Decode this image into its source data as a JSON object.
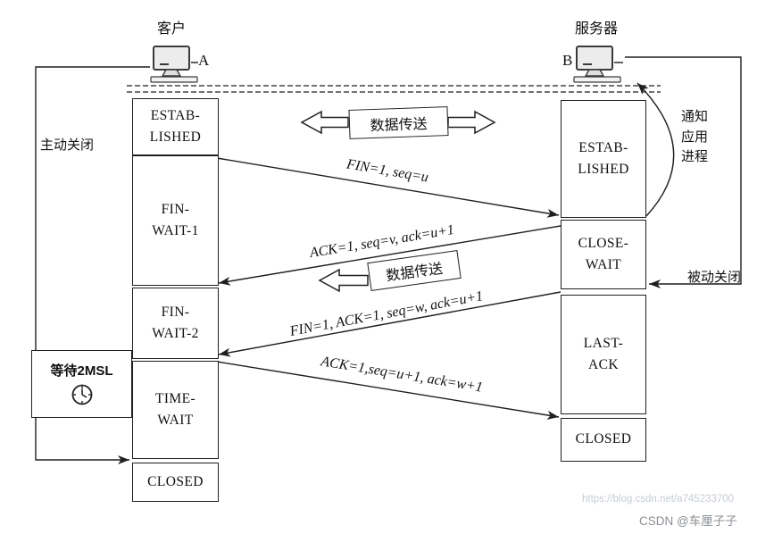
{
  "canvas": {
    "bg": "#ffffff",
    "ink": "#1f1f1f"
  },
  "actors": {
    "client": {
      "title": "客户",
      "letter": "A"
    },
    "server": {
      "title": "服务器",
      "letter": "B"
    }
  },
  "client_states": [
    {
      "line1": "ESTAB-",
      "line2": "LISHED"
    },
    {
      "line1": "FIN-",
      "line2": "WAIT-1"
    },
    {
      "line1": "FIN-",
      "line2": "WAIT-2"
    },
    {
      "line1": "TIME-",
      "line2": "WAIT"
    },
    {
      "line1": "CLOSED"
    }
  ],
  "server_states": [
    {
      "line1": "ESTAB-",
      "line2": "LISHED"
    },
    {
      "line1": "CLOSE-",
      "line2": "WAIT"
    },
    {
      "line1": "LAST-",
      "line2": "ACK"
    },
    {
      "line1": "CLOSED"
    }
  ],
  "segments": [
    {
      "label": "FIN=1, seq=u"
    },
    {
      "label": "ACK=1, seq=v, ack=u+1"
    },
    {
      "label": "FIN=1, ACK=1, seq=w, ack=u+1"
    },
    {
      "label": "ACK=1,seq=u+1, ack=w+1"
    }
  ],
  "annotations": {
    "active_close": "主动关闭",
    "passive_close": "被动关闭",
    "notify_app": [
      "通知",
      "应用",
      "进程"
    ],
    "wait_2msl": "等待2MSL",
    "data_transfer_top": "数据传送",
    "data_transfer_mid": "数据传送"
  },
  "watermarks": {
    "url": "https://blog.csdn.net/a745233700",
    "credit": "CSDN @车厘子子"
  }
}
